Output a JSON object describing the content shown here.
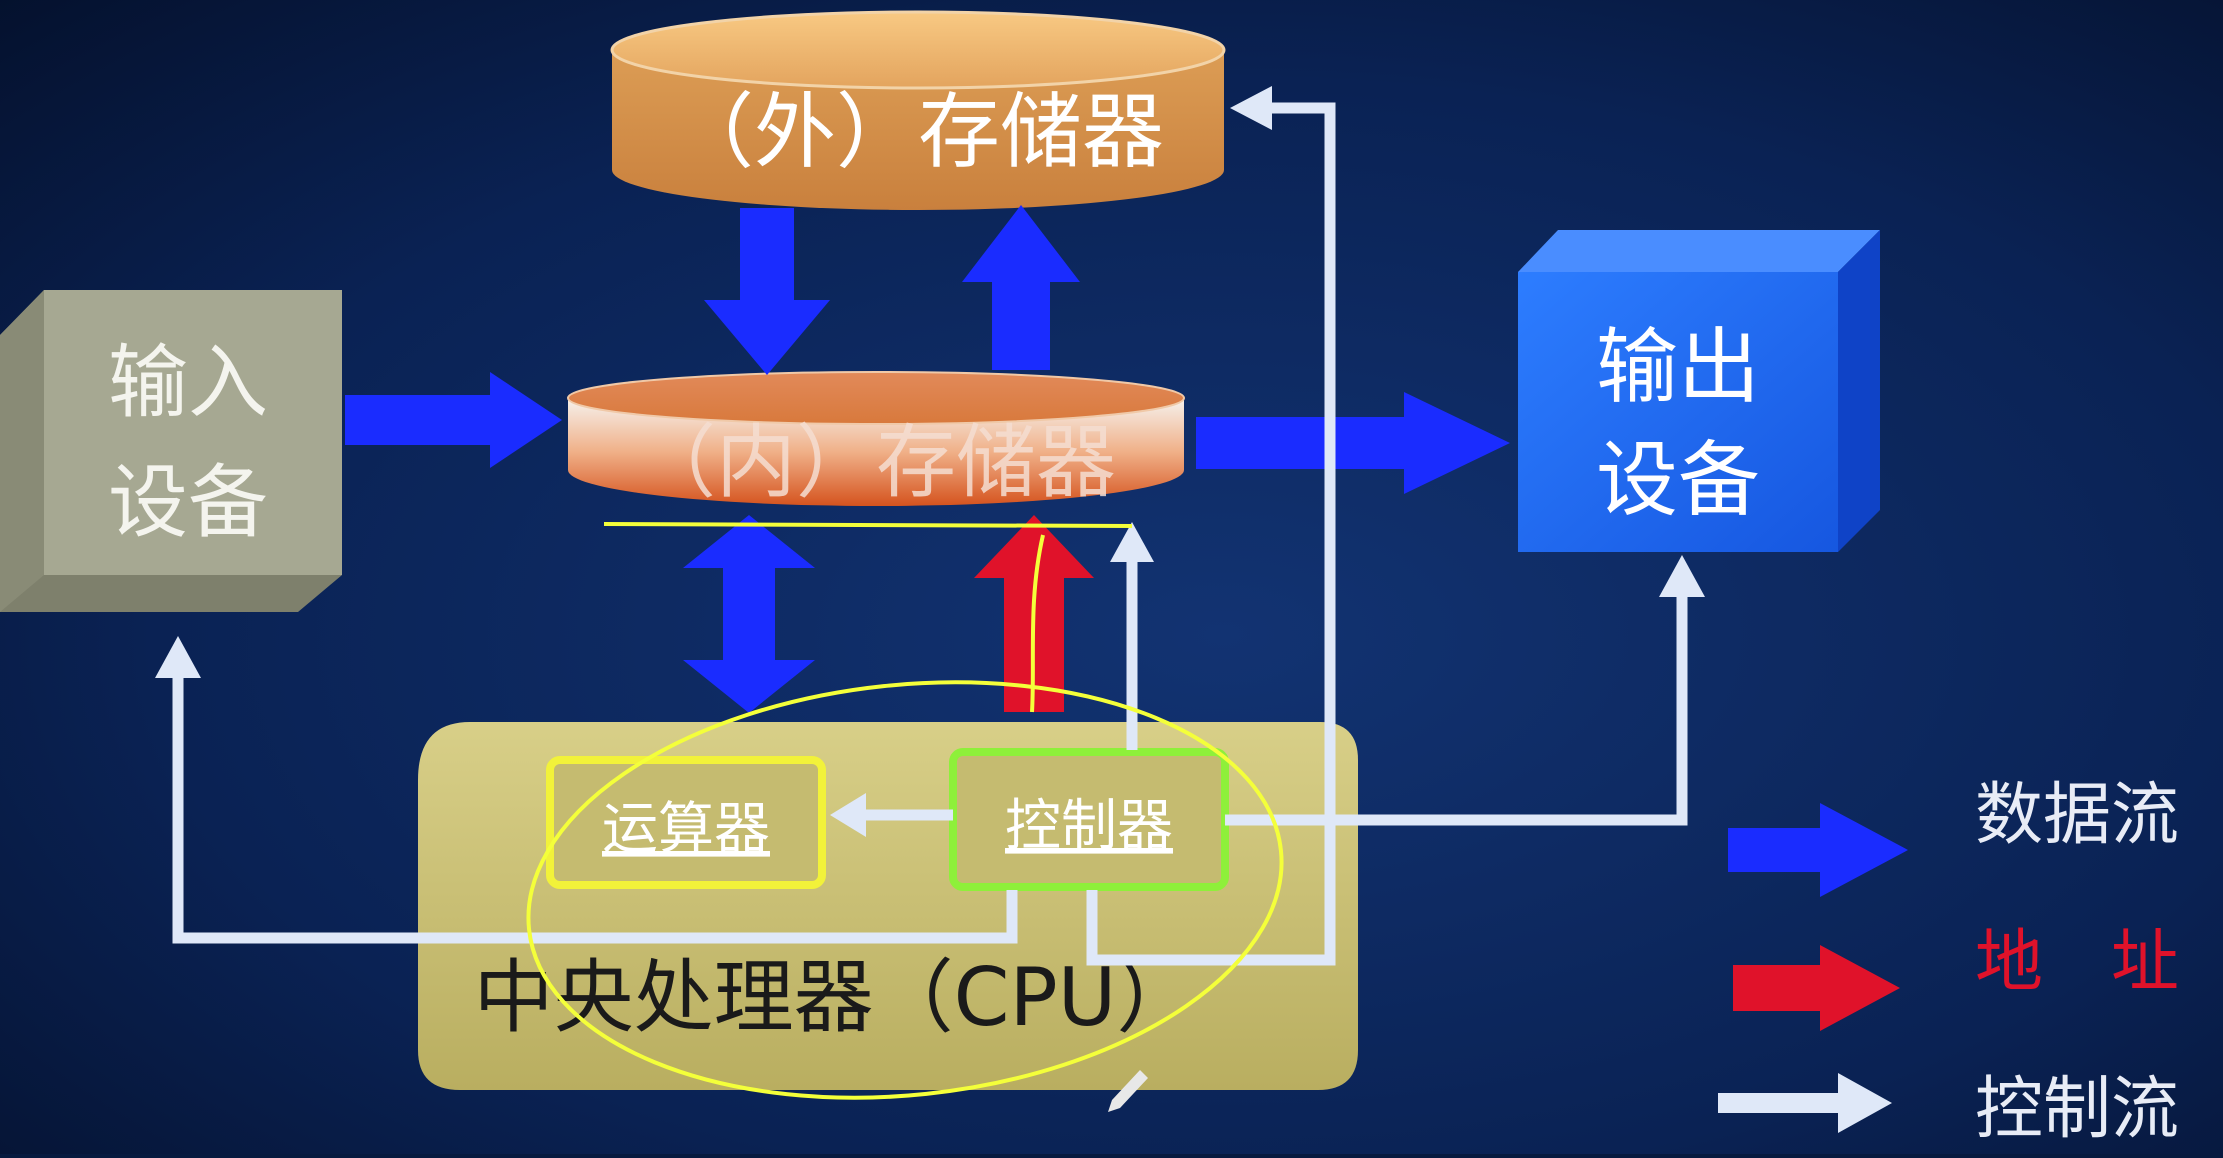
{
  "diagram": {
    "external_memory": "（外）存储器",
    "internal_memory": "（内）存储器",
    "input_device": [
      "输入",
      "设备"
    ],
    "output_device": [
      "输出",
      "设备"
    ],
    "alu": "运算器",
    "controller": "控制器",
    "cpu": "中央处理器（CPU）"
  },
  "legend": {
    "data_flow": "数据流",
    "address": "地　址",
    "control_flow": "控制流"
  },
  "colors": {
    "background": "#0b2150",
    "data_flow": "#1a2cff",
    "address": "#e0122a",
    "control_flow": "#dfe8f8",
    "memory": "#d9843a",
    "input_box": "#9ea08a",
    "output_box": "#1f6cff",
    "cpu_box": "#c7bd73",
    "annotation": "#f4ff3a"
  }
}
